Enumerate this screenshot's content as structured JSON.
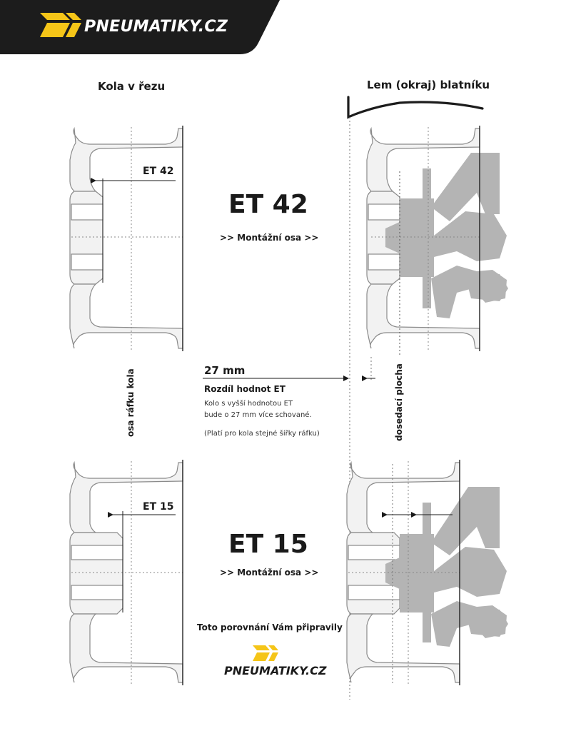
{
  "brand": {
    "name": "PNEUMATIKY.CZ",
    "colors": {
      "yellow": "#f5c518",
      "dark": "#1c1c1c",
      "wheel_fill": "#f2f2f2",
      "wheel_stroke": "#8a8a8a",
      "hub": "#b4b4b4"
    }
  },
  "headings": {
    "left": "Kola v řezu",
    "right": "Lem (okraj) blatníku"
  },
  "top": {
    "et_label": "ET 42",
    "et_big": "ET 42",
    "mount_axis": ">> Montážní osa >>"
  },
  "middle": {
    "diff_value": "27 mm",
    "diff_title": "Rozdíl hodnot ET",
    "note_line1": "Kolo s vyšší hodnotou ET",
    "note_line2": "bude o 27 mm více schované.",
    "note_line3": "(Platí pro kola stejné šířky ráfku)",
    "rim_axis_label": "osa ráfku kola",
    "mount_surface_label": "dosedací plocha"
  },
  "bottom": {
    "et_label": "ET 15",
    "et_big": "ET 15",
    "mount_axis": ">> Montážní osa >>",
    "credit": "Toto porovnání Vám připravily",
    "brand": "PNEUMATIKY.CZ"
  }
}
